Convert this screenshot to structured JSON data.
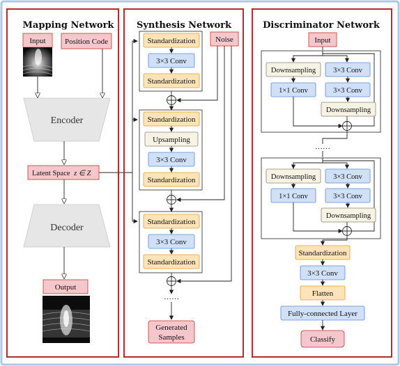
{
  "mapping": {
    "title": "Mapping Network",
    "input": "Input",
    "position_code": "Position Code",
    "encoder": "Encoder",
    "latent": "Latent Space",
    "latent_math": "z ∈ Z",
    "decoder": "Decoder",
    "output": "Output"
  },
  "synthesis": {
    "title": "Synthesis Network",
    "noise": "Noise",
    "block1": [
      "Standardization",
      "3×3 Conv",
      "Standardization"
    ],
    "block2": [
      "Standardization",
      "Upsampling",
      "3×3 Conv",
      "Standardization"
    ],
    "block3": [
      "Standardization",
      "3×3 Conv",
      "Standardization"
    ],
    "ellipsis": "……",
    "generated": [
      "Generated",
      "Samples"
    ]
  },
  "discriminator": {
    "title": "Discriminator Network",
    "input": "Input",
    "res1": {
      "left": [
        "Downsampling",
        "1×1 Conv"
      ],
      "right": [
        "3×3 Conv",
        "3×3 Conv",
        "Downsampling"
      ]
    },
    "ellipsis": "……",
    "res2": {
      "left": [
        "Downsampling",
        "1×1 Conv"
      ],
      "right": [
        "3×3 Conv",
        "3×3 Conv",
        "Downsampling"
      ]
    },
    "tail": [
      "Standardization",
      "3×3 Conv",
      "Flatten",
      "Fully-connected Layer",
      "Classify"
    ]
  },
  "colors": {
    "panel_border": "#b52a2a",
    "outer_border": "#a9c9e8",
    "pink": "#f5c6cb",
    "orange": "#fde3b8",
    "blue": "#cfe0f7",
    "cream": "#f7f3e4"
  }
}
